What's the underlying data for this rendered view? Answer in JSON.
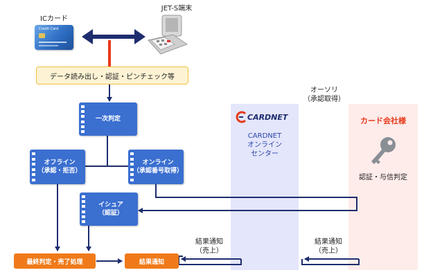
{
  "devices": {
    "ic_card_label": "ICカード",
    "terminal_label": "JET-S端末",
    "card_text": "Credit Card"
  },
  "steps": {
    "data_read": "データ読み出し・認証・ピンチェック等",
    "primary_judgement": "一次判定",
    "offline": [
      "オフライン",
      "（承認・拒否）"
    ],
    "online": [
      "オンライン",
      "（承認番号取得）"
    ],
    "issuer": [
      "イシュア",
      "（認証）"
    ],
    "final": "最終判定・売了処理",
    "result_notice": "結果通知"
  },
  "annotations": {
    "authori": [
      "オーソリ",
      "（承認取得）"
    ],
    "result_left": [
      "結果通知",
      "（売上）"
    ],
    "result_right": [
      "結果通知",
      "（売上）"
    ]
  },
  "cardnet": {
    "logo": "CARDNET",
    "lines": [
      "CARDNET",
      "オンライン",
      "センター"
    ]
  },
  "card_company": {
    "title": "カード会社様",
    "caption": "認証・与信判定"
  },
  "colors": {
    "blue_box": "#3b6fd0",
    "orange_box": "#f07a1a",
    "navy_line": "#1e2d6e",
    "red_link": "#e8391a",
    "cardnet_panel": "#e4e6fb",
    "company_panel": "#fdecea",
    "company_title": "#e8391a"
  }
}
